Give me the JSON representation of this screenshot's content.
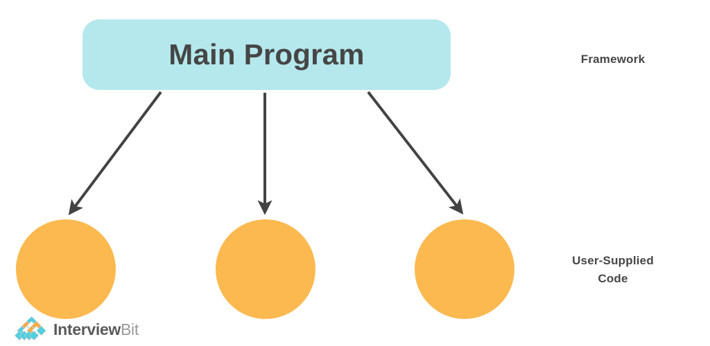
{
  "diagram": {
    "type": "inversion-of-control",
    "background_color": "#ffffff",
    "main_box": {
      "label": "Main Program",
      "fill_color": "#b5e8ec",
      "text_color": "#464646"
    },
    "nodes": [
      {
        "id": "node-1",
        "shape": "circle",
        "fill_color": "#fcb950",
        "label": ""
      },
      {
        "id": "node-2",
        "shape": "circle",
        "fill_color": "#fcb950",
        "label": ""
      },
      {
        "id": "node-3",
        "shape": "circle",
        "fill_color": "#fcb950",
        "label": ""
      }
    ],
    "arrows": [
      {
        "id": "arrow-left",
        "from": "main-program",
        "to": "node-1",
        "color": "#434343"
      },
      {
        "id": "arrow-middle",
        "from": "main-program",
        "to": "node-2",
        "color": "#434343"
      },
      {
        "id": "arrow-right",
        "from": "main-program",
        "to": "node-3",
        "color": "#434343"
      }
    ],
    "labels": {
      "framework": "Framework",
      "user_supplied_line1": "User-Supplied",
      "user_supplied_line2": "Code",
      "text_color": "#464646"
    }
  },
  "logo": {
    "name_bold": "Interview",
    "name_light": "Bit",
    "mark_colors": {
      "cyan": "#4fd0df",
      "orange": "#f8ab42",
      "white": "#ffffff",
      "outline": "#c9c9c9"
    },
    "bold_color": "#5a5a5a",
    "light_color": "#9a9a9a"
  }
}
